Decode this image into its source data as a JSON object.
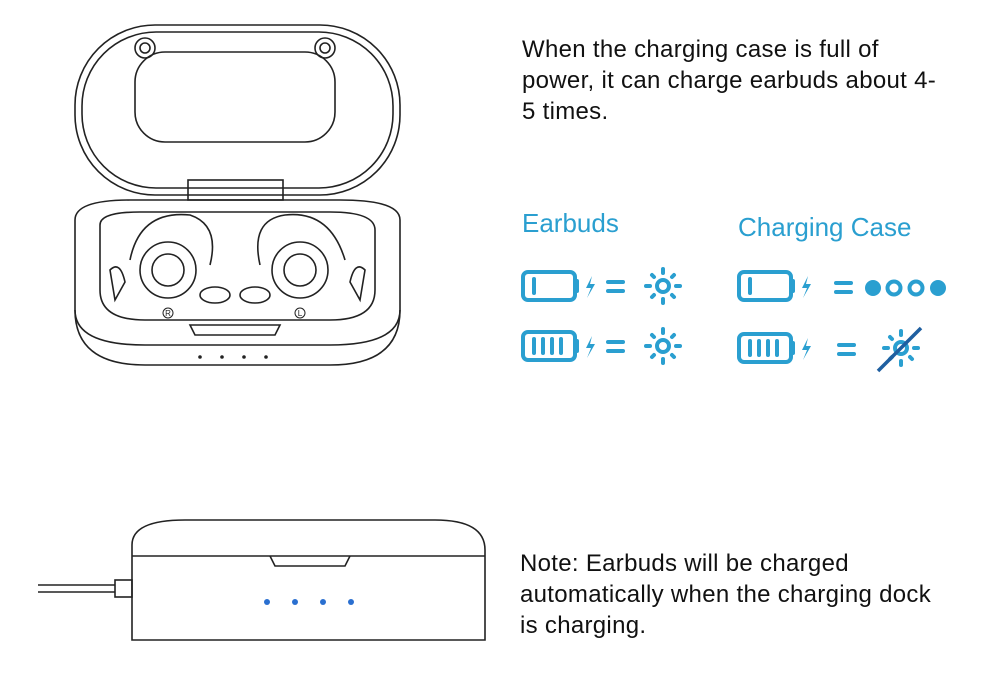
{
  "intro_text": "When the charging case is full of power, it can charge earbuds about 4-5 times.",
  "earbuds_heading": "Earbuds",
  "case_heading": "Charging Case",
  "note_text": "Note: Earbuds will be charged automatically when the charging dock is charging.",
  "illustration_labels": {
    "right": "R",
    "left": "L"
  },
  "colors": {
    "accent": "#2a9fd0",
    "slash": "#1f5fa0"
  }
}
